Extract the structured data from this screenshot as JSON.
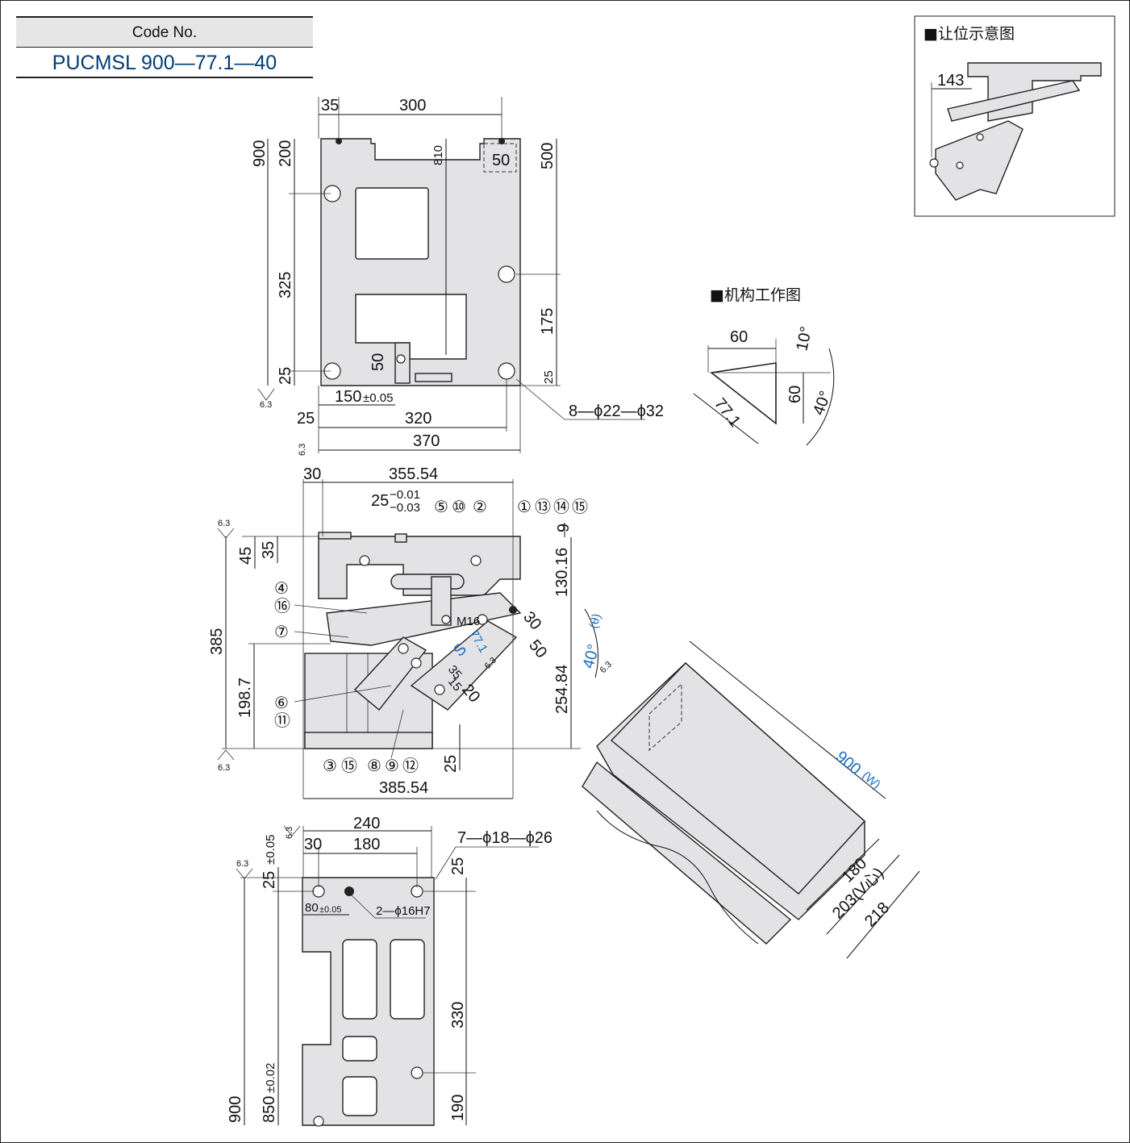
{
  "code_box": {
    "header": "Code No.",
    "value": "PUCMSL 900—77.1—40"
  },
  "inset_clearance": {
    "title": "■让位示意图",
    "dim": "143"
  },
  "mechanism": {
    "title": "■机构工作图",
    "d60_top": "60",
    "d10": "10°",
    "d60_side": "60",
    "d40": "40°",
    "d77": "77.1"
  },
  "top_view": {
    "d35": "35",
    "d300": "300",
    "d900": "900",
    "d200": "200",
    "d810": "810",
    "d50a": "50",
    "d500": "500",
    "d325": "325",
    "d175": "175",
    "d50b": "50",
    "d25l": "25",
    "d25r": "25",
    "d150": "150",
    "tol150": "±0.05",
    "d25b": "25",
    "d320": "320",
    "d370": "370",
    "holes": "8—ϕ22—ϕ32",
    "rough1": "6.3",
    "rough2": "6.3"
  },
  "side_view": {
    "d30": "30",
    "d355": "355.54",
    "d25": "25",
    "tol_up": "−0.01",
    "tol_dn": "−0.03",
    "d9": "9",
    "d45": "45",
    "d35": "35",
    "d130": "130.16",
    "d385": "385",
    "d198": "198.7",
    "d254": "254.84",
    "d25b": "25",
    "d385b": "385.54",
    "dM16": "M16",
    "d77": "77.1",
    "dS": "S",
    "d30b": "30",
    "d50": "50",
    "d20": "20",
    "d35b": "35",
    "d15": "15",
    "angle": "40°",
    "theta": "(θ)",
    "rough_a": "6.3",
    "rough_b": "6.3",
    "rough_c": "6.3",
    "rough_d": "6.3",
    "callouts": {
      "c5": "⑤",
      "c10": "⑩",
      "c2": "②",
      "c1": "①",
      "c13": "⑬",
      "c14": "⑭",
      "c15": "⑮",
      "c4": "④",
      "c16": "⑯",
      "c7": "⑦",
      "c6": "⑥",
      "c11": "⑪",
      "c3": "③",
      "c15b": "⑮",
      "c8": "⑧",
      "c9": "⑨",
      "c12": "⑫"
    }
  },
  "bottom_view": {
    "d240": "240",
    "d30": "30",
    "d180": "180",
    "holes": "7—ϕ18—ϕ26",
    "d25": "25",
    "d25l": "25",
    "tol25": "±0.05",
    "d80": "80",
    "tol80": "±0.05",
    "pins": "2—ϕ16H7",
    "d330": "330",
    "d190": "190",
    "d900": "900",
    "d850": "850",
    "tol850": "±0.02",
    "rough1": "6.3",
    "rough2": "6.3"
  },
  "iso_view": {
    "d900": "900",
    "d900_w": "(W)",
    "d180": "180",
    "d203": "203(V心)",
    "d218": "218"
  }
}
